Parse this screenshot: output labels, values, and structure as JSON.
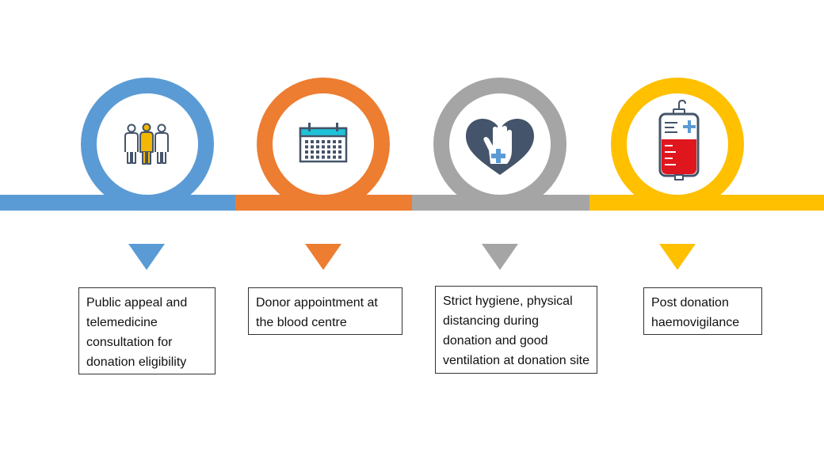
{
  "steps": [
    {
      "id": "public-appeal",
      "color": "#5b9bd5",
      "icon": "people-icon",
      "text_lines": [
        "Public appeal  and",
        "telemedicine",
        "consultation  for",
        "donation eligibility"
      ]
    },
    {
      "id": "donor-appointment",
      "color": "#ed7d31",
      "icon": "calendar-icon",
      "text_lines": [
        "Donor appointment at",
        "the blood centre"
      ]
    },
    {
      "id": "hygiene",
      "color": "#a5a5a5",
      "icon": "heart-hand-icon",
      "text_lines": [
        "Strict hygiene,  physical",
        "distancing during",
        "donation and good",
        "ventilation at donation site"
      ]
    },
    {
      "id": "haemovigilance",
      "color": "#ffc000",
      "icon": "blood-bag-icon",
      "text_lines": [
        "Post donation",
        "haemovigilance"
      ]
    }
  ],
  "icon_colors": {
    "dark": "#44546a",
    "cyan": "#1fc3d9",
    "gold": "#f2b705",
    "blood": "#e0161e",
    "plus": "#5b9bd5"
  }
}
